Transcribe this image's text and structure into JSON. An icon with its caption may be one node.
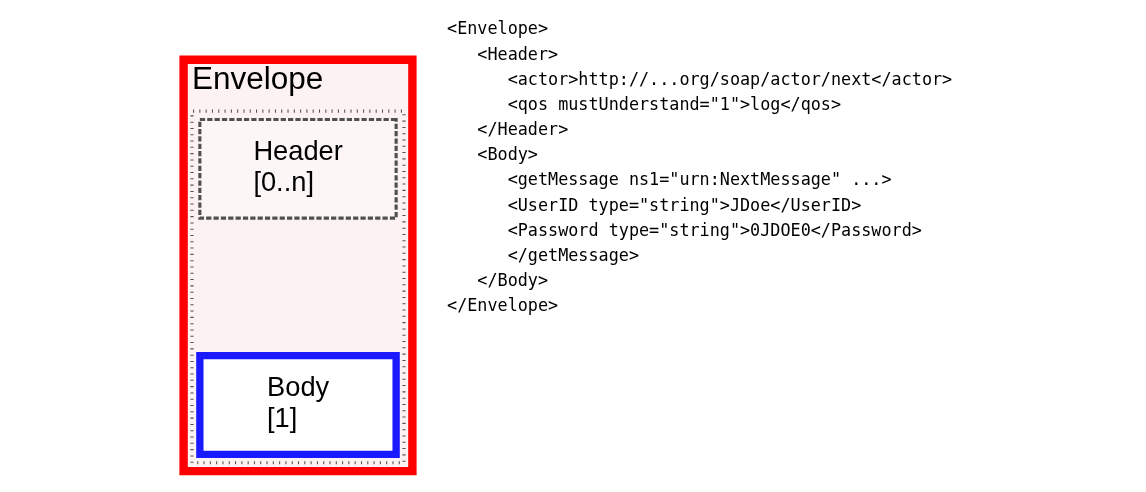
{
  "diagram": {
    "nodes": [
      {
        "text": [
          "Envelope"
        ]
      },
      {
        "text": [],
        "shape": "box",
        "in": 0
      },
      {
        "text": [
          "Header",
          "[0..n]"
        ],
        "in": 1
      },
      {
        "text": [
          "Body",
          "[1]"
        ],
        "in": 1
      }
    ],
    "edges": [],
    "labels": [
      "<Envelope>",
      "<Header>",
      "<actor>http://...org/soap/actor/next</actor>",
      "<qos mustUnderstand=\"1\">log</qos>",
      "</Header>",
      "<Body>",
      "<getMessage ns1=\"urn:NextMessage\" ...>",
      "<UserID type=\"string\">JDoe</UserID>",
      "<Password type=\"string\">0JDOE0</Password>",
      "</getMessage>",
      "</Body>",
      "</Envelope>"
    ]
  }
}
